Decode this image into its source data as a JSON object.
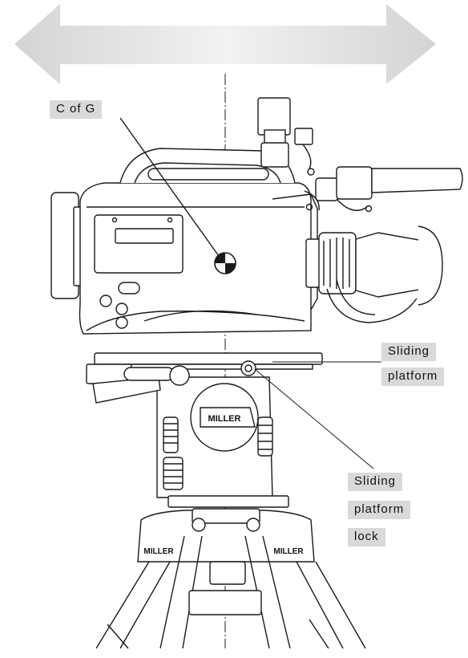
{
  "labels": {
    "cog": "C of G",
    "sliding_platform": [
      "Sliding",
      "platform"
    ],
    "sliding_platform_lock": [
      "Sliding",
      "platform",
      "lock"
    ]
  },
  "brand_mark": "MILLER",
  "colors": {
    "arrow_fill": "#e3e3e3",
    "label_bg": "#d9d9d9",
    "line": "#1a1a1a"
  }
}
